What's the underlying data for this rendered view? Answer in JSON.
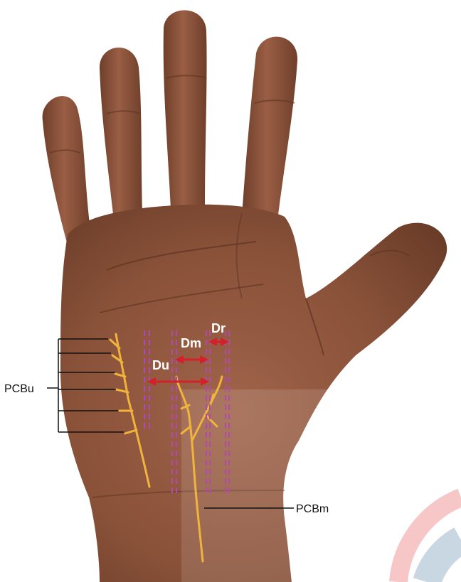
{
  "labels": {
    "pcbu": "PCBu",
    "pcbm": "PCBm",
    "dr": "Dr",
    "dm": "Dm",
    "du": "Du"
  },
  "colors": {
    "skin": "#8a5239",
    "skin_dark": "#6e3e2a",
    "nerve": "#f0b43c",
    "arrow": "#d4202a",
    "guide_line": "#b04ab0",
    "watermark_red": "#f7c7c7",
    "watermark_blue": "#c9d7e3"
  }
}
